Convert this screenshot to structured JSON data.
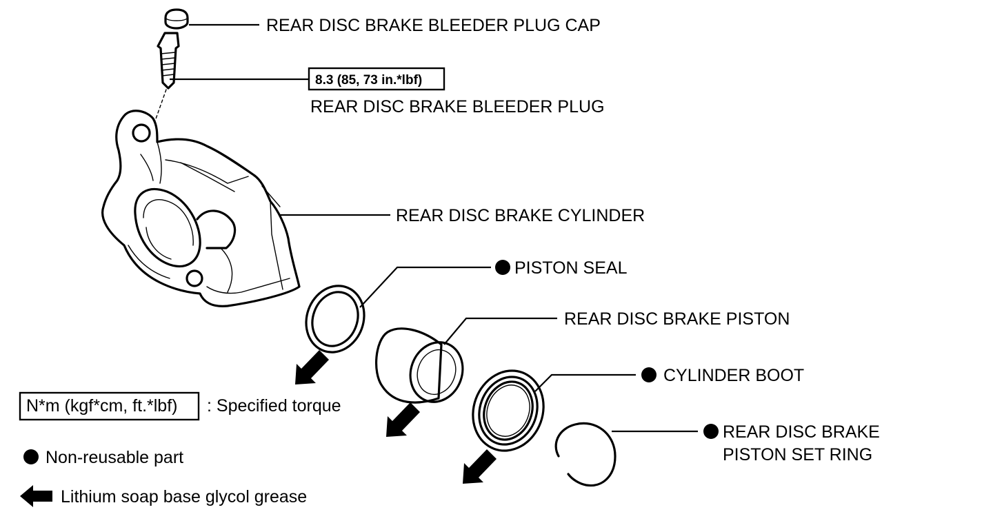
{
  "parts": {
    "bleeder_plug_cap": "REAR DISC BRAKE BLEEDER PLUG CAP",
    "bleeder_plug_torque": "8.3 (85, 73 in.*lbf)",
    "bleeder_plug": "REAR DISC BRAKE BLEEDER PLUG",
    "cylinder": "REAR DISC BRAKE CYLINDER",
    "piston_seal": "PISTON SEAL",
    "piston": "REAR DISC BRAKE PISTON",
    "cylinder_boot": "CYLINDER BOOT",
    "piston_set_ring_line1": "REAR DISC BRAKE",
    "piston_set_ring_line2": "PISTON SET RING"
  },
  "legend": {
    "torque_box": "N*m (kgf*cm, ft.*lbf)",
    "torque_text": ": Specified torque",
    "non_reusable": "Non-reusable part",
    "grease": "Lithium soap base glycol grease"
  }
}
